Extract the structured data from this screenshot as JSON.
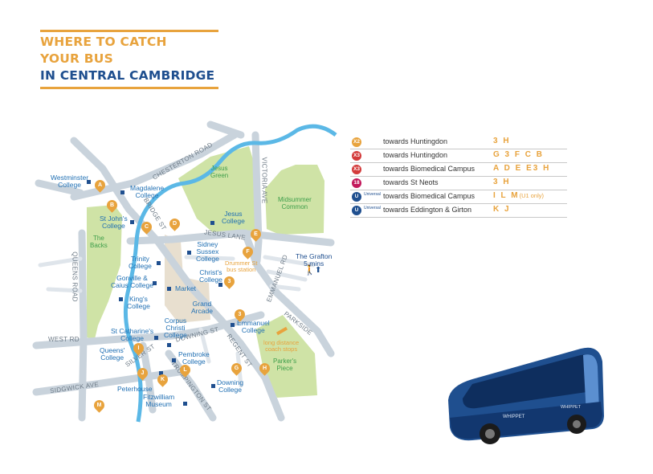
{
  "heading": {
    "line1": "WHERE TO CATCH",
    "line2": "YOUR BUS",
    "line3": "IN CENTRAL CAMBRIDGE"
  },
  "roads": {
    "chesterton": "CHESTERTON ROAD",
    "victoria": "VICTORIA AVE",
    "jesus_lane": "JESUS LANE",
    "bridge": "BRIDGE ST",
    "emmanuel": "EMMANUEL RD",
    "parkside": "PARKSIDE",
    "downing": "DOWNING ST",
    "regent": "REGENT ST",
    "queens": "QUEENS ROAD",
    "west": "WEST RD",
    "silver": "SILVER ST",
    "trumpington": "TRUMPINGTON ST",
    "sidgwick": "SIDGWICK AVE"
  },
  "parks": {
    "jesus_green": "Jesus\nGreen",
    "midsummer": "Midsummer\nCommon",
    "backs": "The\nBacks",
    "parkers": "Parker's\nPiece"
  },
  "places": {
    "westminster": "Westminster\nCollege",
    "magdalene": "Magdalene\nCollege",
    "st_johns": "St John's\nCollege",
    "jesus": "Jesus\nCollege",
    "sidney": "Sidney\nSussex\nCollege",
    "trinity": "Trinity\nCollege",
    "gonville": "Gonville &\nCaius College",
    "christs": "Christ's\nCollege",
    "market": "Market",
    "kings": "King's\nCollege",
    "grand_arcade": "Grand\nArcade",
    "emmanuel": "Emmanuel\nCollege",
    "corpus": "Corpus\nChristi\nCollege",
    "st_catharines": "St Catharine's\nCollege",
    "queens": "Queens'\nCollege",
    "pembroke": "Pembroke\nCollege",
    "peterhouse": "Peterhouse",
    "fitzwilliam": "Fitzwilliam\nMuseum",
    "downing": "Downing\nCollege",
    "grafton": "The Grafton\n5 mins"
  },
  "stations": {
    "drummer": "Drummer St\nbus station",
    "coach": "long distance\ncoach stops"
  },
  "stops": [
    "A",
    "B",
    "C",
    "D",
    "E",
    "F",
    "3",
    "G",
    "H",
    "I",
    "J",
    "K",
    "L",
    "M",
    "3"
  ],
  "routes": [
    {
      "badge": "X2",
      "badge_color": "#e8a33d",
      "universal": "",
      "dest": "towards Huntingdon",
      "services": "3  H",
      "note": ""
    },
    {
      "badge": "X3",
      "badge_color": "#d33b3b",
      "universal": "",
      "dest": "towards Huntingdon",
      "services": "G  3  F  C  B",
      "note": ""
    },
    {
      "badge": "X3",
      "badge_color": "#d33b3b",
      "universal": "",
      "dest": "towards Biomedical Campus",
      "services": "A  D  E  E3  H",
      "note": ""
    },
    {
      "badge": "18",
      "badge_color": "#c2185b",
      "universal": "",
      "dest": "towards St Neots",
      "services": "3  H",
      "note": ""
    },
    {
      "badge": "U",
      "badge_color": "#1f4f8f",
      "universal": "Universal",
      "dest": "towards Biomedical Campus",
      "services": "I  L  M",
      "note": "(U1 only)"
    },
    {
      "badge": "U",
      "badge_color": "#1f4f8f",
      "universal": "Universal",
      "dest": "towards Eddington & Girton",
      "services": "K  J",
      "note": ""
    }
  ],
  "bus": {
    "brand_side": "WHIPPET",
    "brand_front": "WHIPPET"
  },
  "colors": {
    "accent": "#e8a33d",
    "navy": "#1f4f8f",
    "park": "#cfe3a6",
    "river": "#5bb8e6",
    "road": "#c9d3dc"
  }
}
